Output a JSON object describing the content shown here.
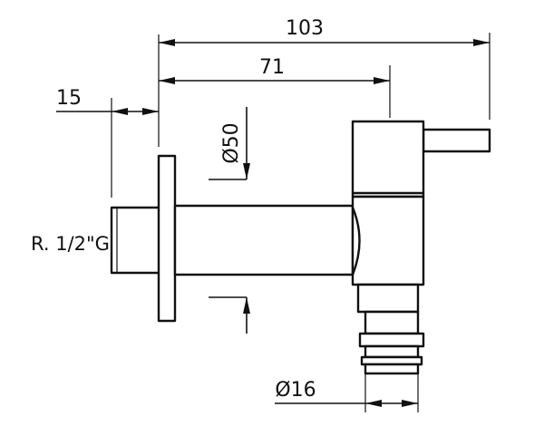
{
  "drawing": {
    "dimensions": {
      "overall_length": "103",
      "spout_length": "71",
      "thread_length": "15",
      "diameter_body": "Ø50",
      "diameter_outlet": "Ø16"
    },
    "thread_label": "R. 1/2\"G."
  }
}
